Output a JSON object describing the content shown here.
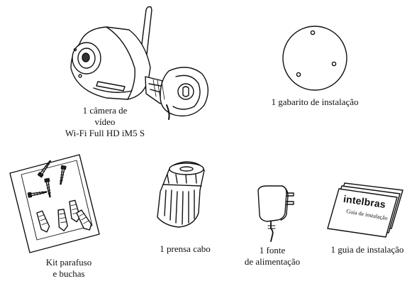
{
  "items": [
    {
      "name": "camera",
      "caption_lines": [
        "1 câmera de",
        "vídeo",
        "Wi-Fi Full HD iM5 S"
      ]
    },
    {
      "name": "template",
      "caption_lines": [
        "1 gabarito de instalação"
      ]
    },
    {
      "name": "screw-kit",
      "caption_lines": [
        "Kit parafuso",
        "e buchas"
      ]
    },
    {
      "name": "cable-gland",
      "caption_lines": [
        "1 prensa cabo"
      ]
    },
    {
      "name": "power-supply",
      "caption_lines": [
        "1 fonte",
        "de alimentação"
      ]
    },
    {
      "name": "install-guide",
      "caption_lines": [
        "1 guia de instalação"
      ],
      "print": {
        "brand": "intelbras",
        "title": "Guia de instalação"
      }
    }
  ]
}
